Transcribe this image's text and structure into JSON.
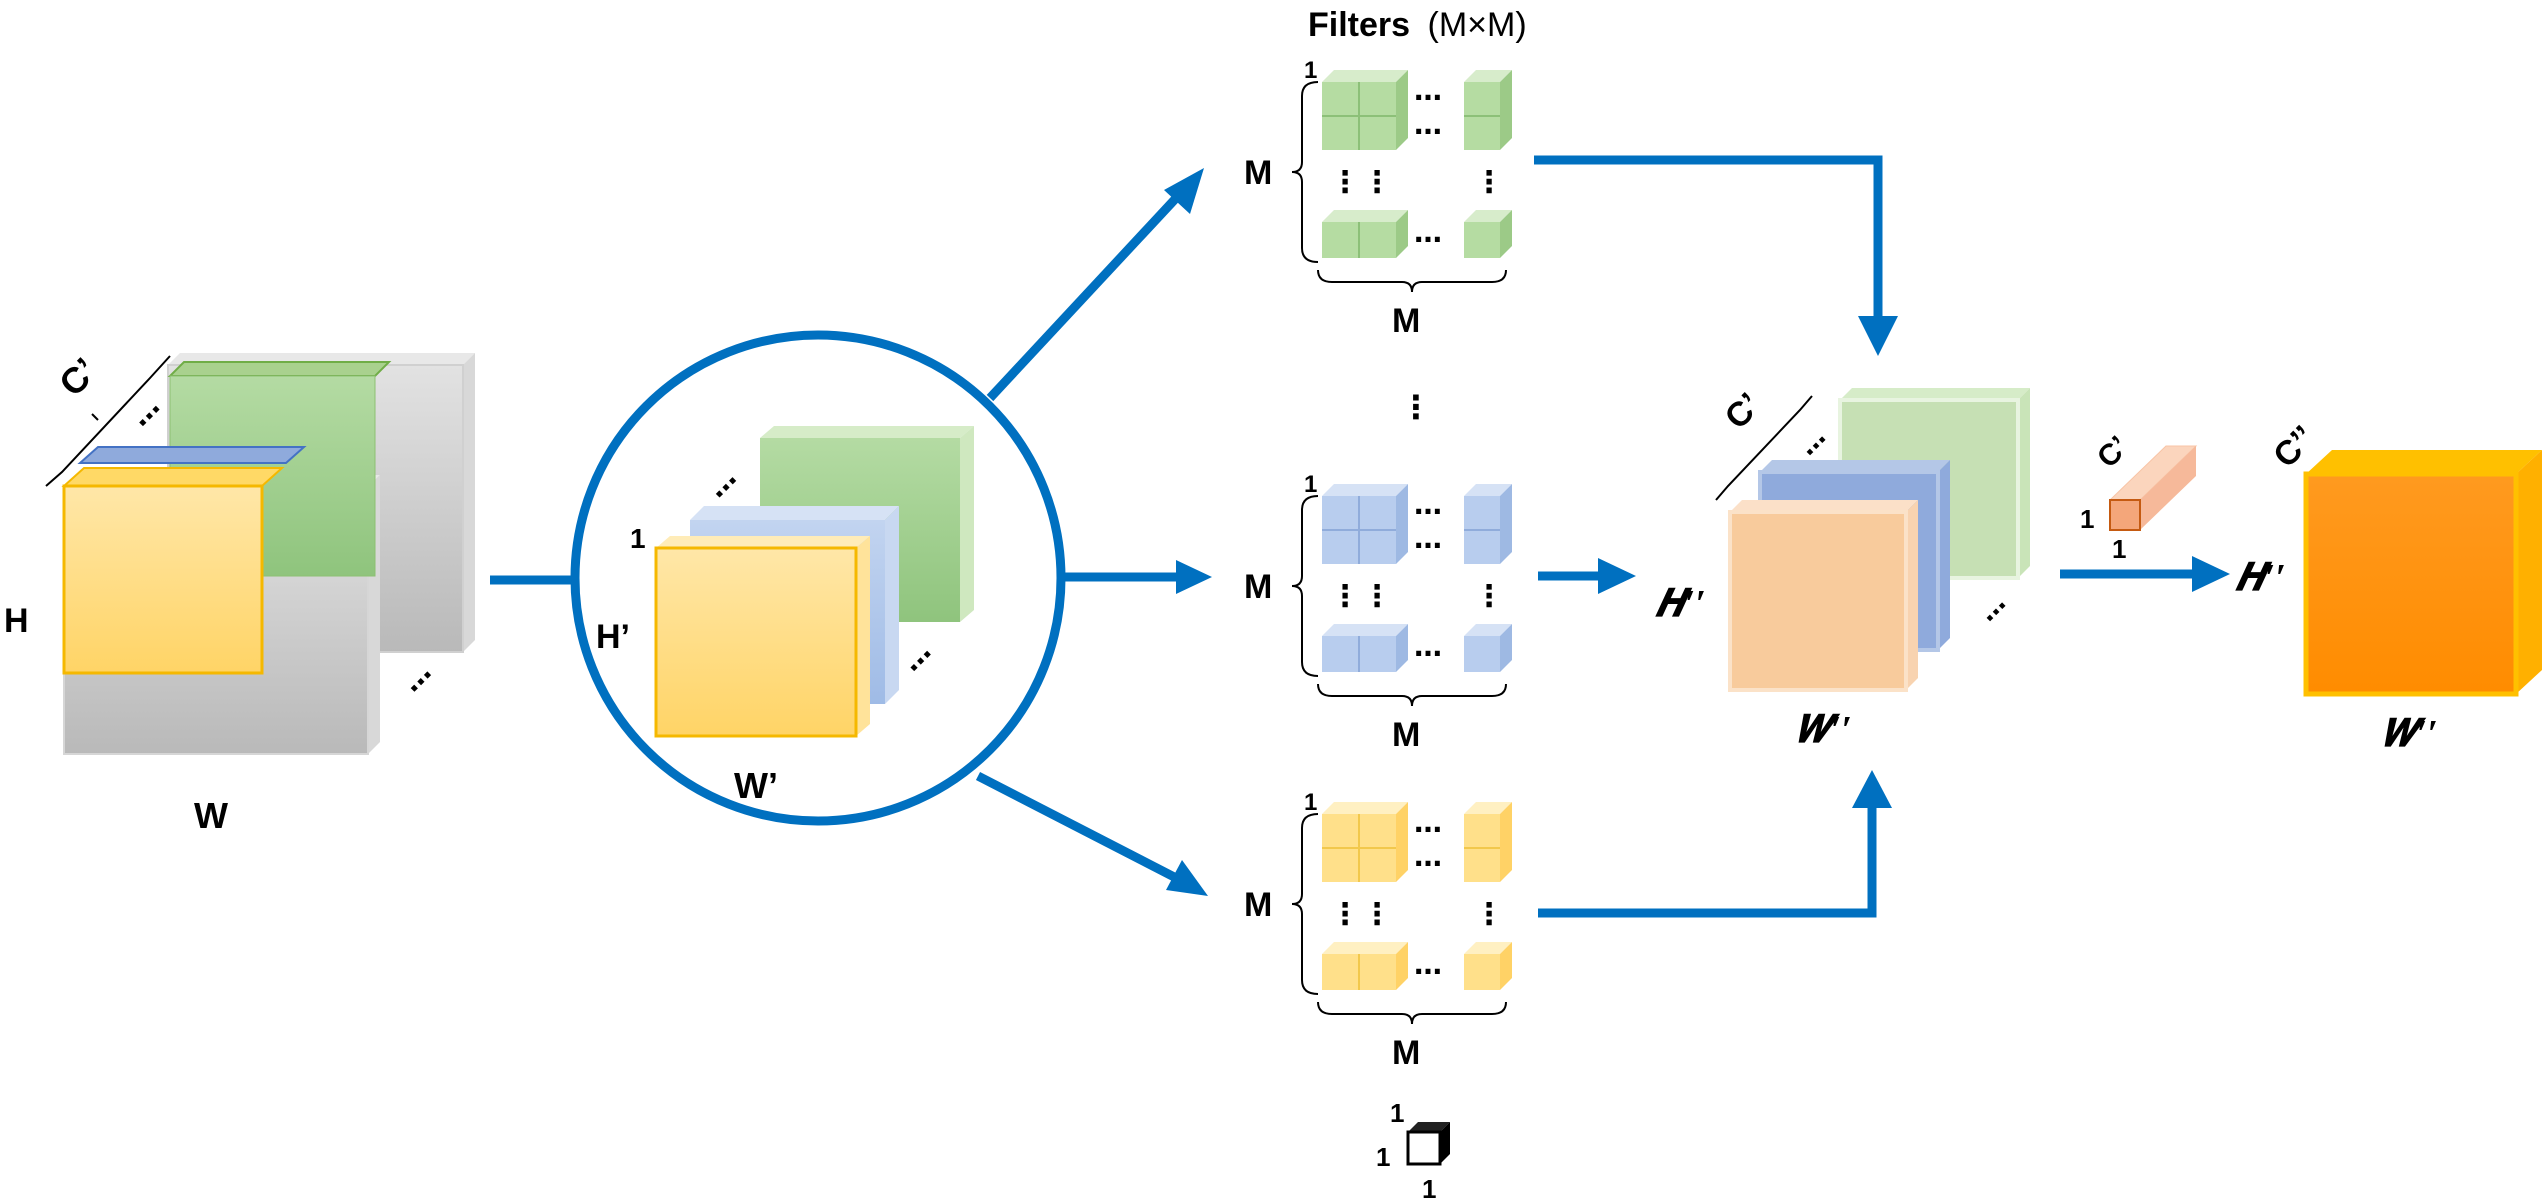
{
  "input": {
    "channels": "C’",
    "height": "H",
    "width": "W",
    "ellipsis": "…"
  },
  "zoom": {
    "one": "1",
    "height": "H’",
    "width": "W’",
    "ellipsis": "…"
  },
  "filters": {
    "title_bold": "Filters",
    "title_rest": "(M×M)",
    "rows": "M",
    "cols": "M",
    "first_index": "1",
    "ellipsis_h": "…",
    "ellipsis_v": "⋮",
    "between_groups": "⋮",
    "unit_one": "1"
  },
  "intermediate": {
    "channels": "C’",
    "height": "𝑯′′",
    "width": "𝑾′′",
    "ellipsis": "…"
  },
  "pointwise": {
    "channels": "C’",
    "one": "1"
  },
  "output": {
    "channels": "C’’",
    "height": "𝑯′′",
    "width": "𝑾′′"
  },
  "colors": {
    "arrow": "#0070C0",
    "green": "#A9D18E",
    "blue": "#8FAADC",
    "yellow": "#FFD966",
    "orange": "#FF9100",
    "peach": "#F8CBAD",
    "gray": "#BFBFBF"
  }
}
